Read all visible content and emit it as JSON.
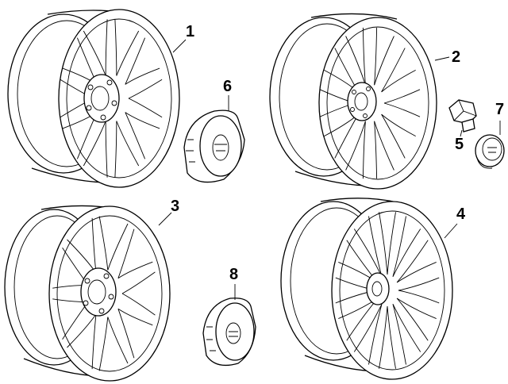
{
  "callouts": {
    "c1": "1",
    "c2": "2",
    "c3": "3",
    "c4": "4",
    "c5": "5",
    "c6": "6",
    "c7": "7",
    "c8": "8"
  },
  "parts": {
    "wheel_1": "wheel-icon",
    "wheel_2": "wheel-icon",
    "wheel_3": "wheel-icon",
    "wheel_4": "wheel-icon",
    "lug_nut": "lug-nut-icon",
    "center_cap_6": "center-cap-icon",
    "center_cap_7": "center-cap-icon",
    "center_cap_8": "center-cap-icon"
  },
  "colors": {
    "line": "#000000",
    "background": "#ffffff"
  }
}
